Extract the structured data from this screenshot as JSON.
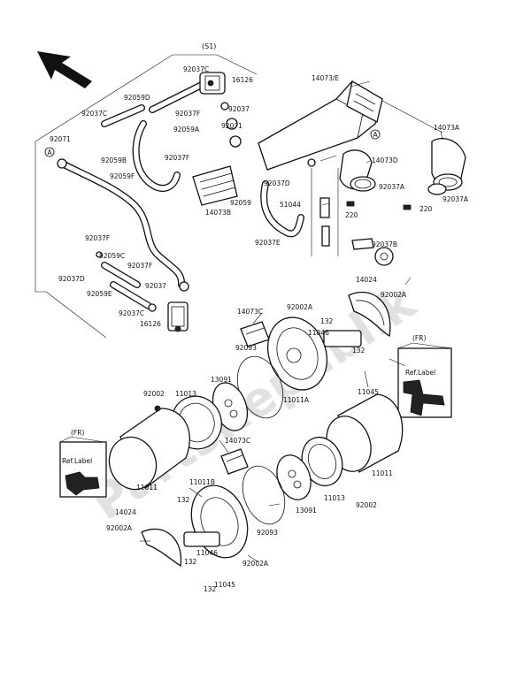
{
  "watermark": "PartsRepublik",
  "kit_label": "(S1)",
  "fr_label_right": "(FR)",
  "fr_label_left": "(FR)",
  "ref_label_right": "Ref.Label",
  "ref_label_left": "Ref.Label",
  "callouts": {
    "c92037C_top": "92037C",
    "c16126_top": "16126",
    "c92059D": "92059D",
    "c92037C_l": "92037C",
    "c92037F_a": "92037F",
    "c92037_a": "92037",
    "c92071_l": "92071",
    "c92071_r": "92071",
    "c92059A_a": "92059A",
    "c92059B": "92059B",
    "c92037F_b": "92037F",
    "c92059F": "92059F",
    "c14073B": "14073B",
    "c92037D": "92037D",
    "c92059": "92059",
    "c92037E": "92037E",
    "c14073E": "14073/E",
    "c14073A": "14073A",
    "c14073D": "14073D",
    "c92037A_a": "92037A",
    "c92037A_b": "92037A",
    "c220_a": "220",
    "c220_b": "220",
    "c51044": "51044",
    "c92037B": "92037B",
    "c92037F_c": "92037F",
    "c92059C": "92059C",
    "c92037F_d": "92037F",
    "c92037D_l": "92037D",
    "c92059E": "92059E",
    "c92037_b": "92037",
    "c92037C_b": "92037C",
    "c16126_b": "16126",
    "c14024_r": "14024",
    "c92002A_r": "92002A",
    "c14073C_a": "14073C",
    "c92002A_m": "92002A",
    "c132_a": "132",
    "c11046_a": "11046",
    "c132_b": "132",
    "c92093_a": "92093",
    "c13091_a": "13091",
    "c11045_a": "11045",
    "c11011A": "11011A",
    "c92002": "92002",
    "c11013_a": "11013",
    "c11011_l": "11011",
    "c14073C_b": "14073C",
    "c11011B": "11011B",
    "c14024_l": "14024",
    "c132_c": "132",
    "c92002A_l": "92002A",
    "c132_d": "132",
    "c11046_b": "11046",
    "c132_e": "132",
    "c11045_b": "11045",
    "c92002A_b": "92002A",
    "c92093_b": "92093",
    "c13091_b": "13091",
    "c11013_b": "11013",
    "c11011_r": "11011",
    "c92002_b": "92002",
    "circle_a": "A"
  }
}
